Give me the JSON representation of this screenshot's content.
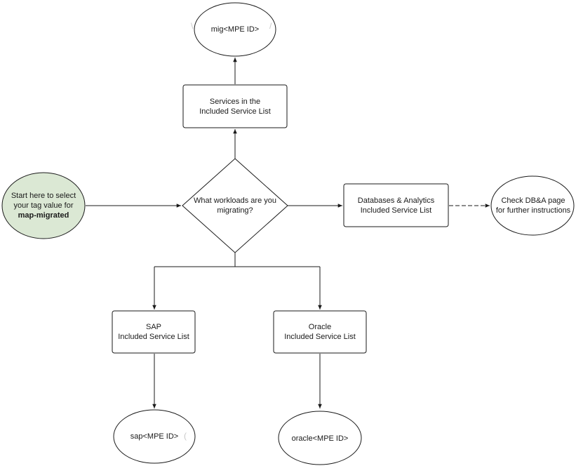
{
  "nodes": {
    "start": {
      "line1": "Start here to select",
      "line2": "your tag value for",
      "line3": "map-migrated"
    },
    "decision": {
      "line1": "What workloads are you",
      "line2": "migrating?"
    },
    "services": {
      "line1": "Services in the",
      "line2": "Included Service List"
    },
    "mig_tag": {
      "line1": "mig<MPE ID>"
    },
    "dba": {
      "line1": "Databases & Analytics",
      "line2": "Included Service List"
    },
    "check_dba": {
      "line1": "Check DB&A page",
      "line2": "for further instructions"
    },
    "sap": {
      "line1": "SAP",
      "line2": "Included Service List"
    },
    "sap_tag": {
      "line1": "sap<MPE ID>"
    },
    "oracle": {
      "line1": "Oracle",
      "line2": "Included Service List"
    },
    "oracle_tag": {
      "line1": "oracle<MPE ID>"
    }
  },
  "colors": {
    "start_fill": "#dbe8d4",
    "stroke": "#1a1a1a"
  }
}
